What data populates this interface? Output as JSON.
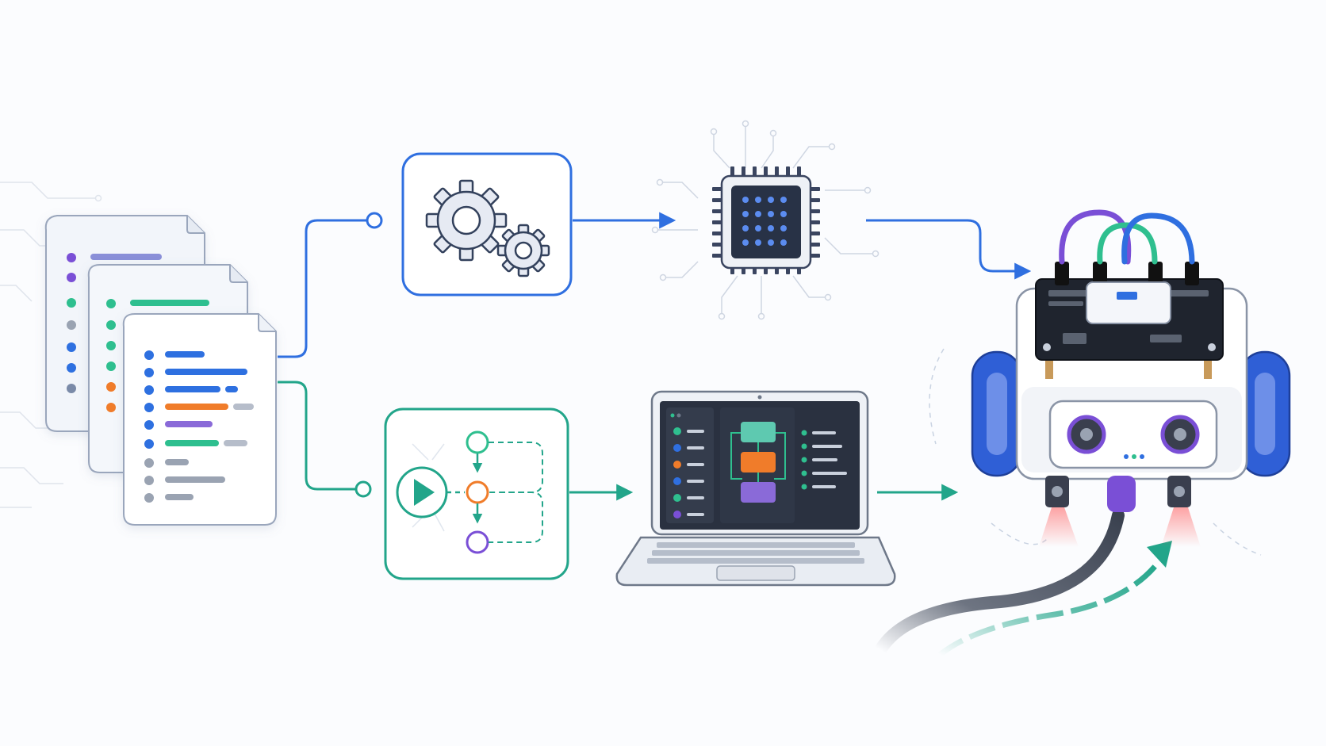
{
  "diagram": {
    "kind": "pipeline-illustration",
    "labels": [],
    "nodes": [
      {
        "id": "code-files",
        "icon": "code-documents-icon",
        "count": 3
      },
      {
        "id": "build-config",
        "icon": "gears-icon"
      },
      {
        "id": "microcontroller",
        "icon": "chip-icon"
      },
      {
        "id": "simulation-flow",
        "icon": "play-flowchart-icon"
      },
      {
        "id": "laptop-ide",
        "icon": "laptop-icon"
      },
      {
        "id": "robot-car",
        "icon": "robot-icon"
      }
    ],
    "edges": [
      {
        "from": "code-files",
        "to": "build-config",
        "color": "blue"
      },
      {
        "from": "build-config",
        "to": "microcontroller",
        "color": "blue"
      },
      {
        "from": "microcontroller",
        "to": "robot-car",
        "color": "blue"
      },
      {
        "from": "code-files",
        "to": "simulation-flow",
        "color": "teal"
      },
      {
        "from": "simulation-flow",
        "to": "laptop-ide",
        "color": "teal"
      },
      {
        "from": "laptop-ide",
        "to": "robot-car",
        "color": "teal"
      }
    ]
  },
  "colors": {
    "blue": "#2f6fe0",
    "teal": "#22a58a",
    "purple": "#7a4fd6",
    "orange": "#f07c2a",
    "green": "#2fbf8f",
    "wheel": "#2f5fd6",
    "chip": "#283246",
    "gray": "#9aa3b2"
  }
}
